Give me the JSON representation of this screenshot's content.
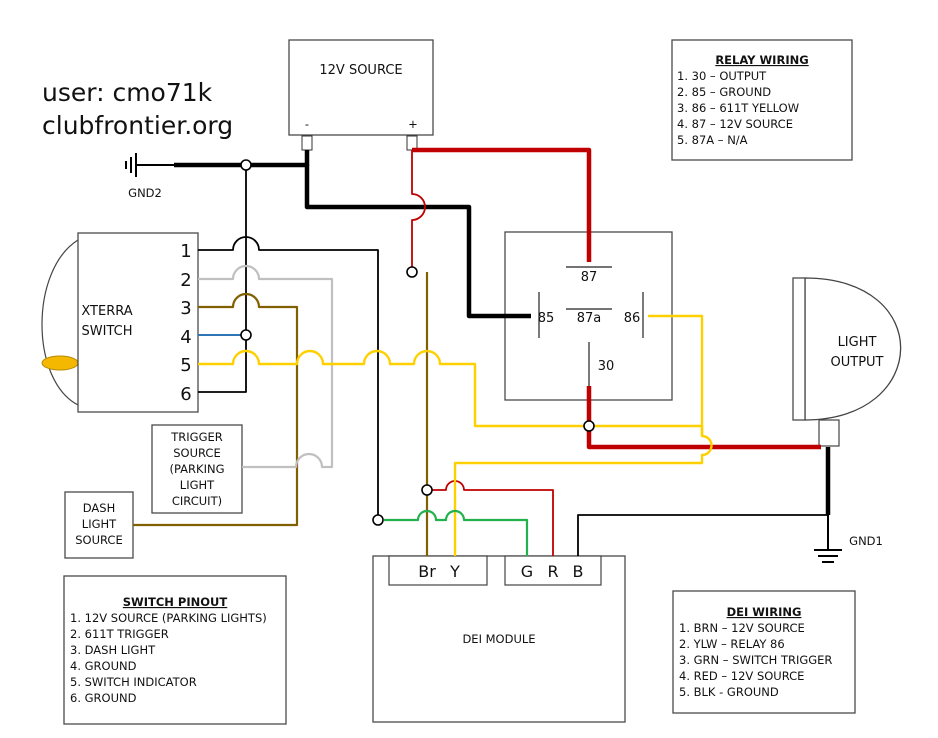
{
  "watermark": {
    "user": "user: cmo71k",
    "site": "clubfrontier.org"
  },
  "source": {
    "title": "12V SOURCE",
    "neg": "-",
    "pos": "+"
  },
  "ground2": "GND2",
  "ground1": "GND1",
  "xterra": {
    "line1": "XTERRA",
    "line2": "SWITCH",
    "pins": [
      "1",
      "2",
      "3",
      "4",
      "5",
      "6"
    ]
  },
  "trigger": [
    "TRIGGER",
    "SOURCE",
    "(PARKING",
    "LIGHT",
    "CIRCUIT)"
  ],
  "dash": [
    "DASH",
    "LIGHT",
    "SOURCE"
  ],
  "relay": {
    "p87": "87",
    "p85": "85",
    "p87a": "87a",
    "p86": "86",
    "p30": "30"
  },
  "light": {
    "line1": "LIGHT",
    "line2": "OUTPUT"
  },
  "dei": {
    "title": "DEI MODULE",
    "pins_left": [
      "Br",
      "Y"
    ],
    "pins_right": [
      "G",
      "R",
      "B"
    ]
  },
  "relay_wiring": {
    "title": "RELAY WIRING",
    "items": [
      "1. 30 – OUTPUT",
      "2. 85 – GROUND",
      "3. 86 – 611T YELLOW",
      "4. 87 – 12V SOURCE",
      "5. 87A – N/A"
    ]
  },
  "switch_pinout": {
    "title": "SWITCH PINOUT",
    "items": [
      "1. 12V SOURCE (PARKING LIGHTS)",
      "2. 611T TRIGGER",
      "3. DASH LIGHT",
      "4. GROUND",
      "5. SWITCH INDICATOR",
      "6. GROUND"
    ]
  },
  "dei_wiring": {
    "title": "DEI WIRING",
    "items": [
      "1. BRN – 12V SOURCE",
      "2. YLW – RELAY 86",
      "3. GRN – SWITCH TRIGGER",
      "4. RED – 12V SOURCE",
      "5. BLK - GROUND"
    ]
  },
  "colors": {
    "black": "#000000",
    "red": "#c00000",
    "yellow": "#ffd000",
    "brown": "#806000",
    "gray": "#c0c0c0",
    "green": "#22b14c",
    "blue": "#2e75b6"
  }
}
